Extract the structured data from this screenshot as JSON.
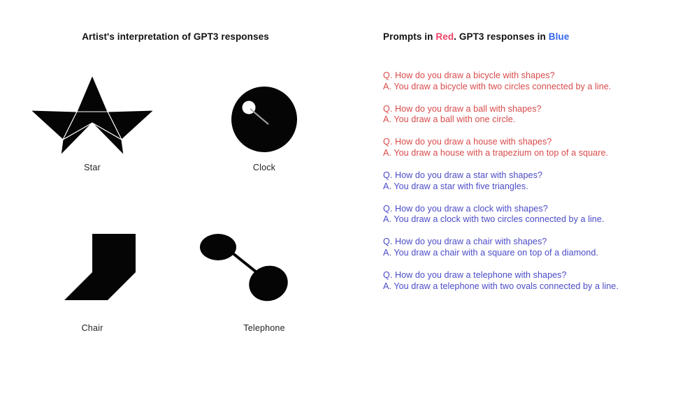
{
  "page": {
    "background_color": "#ffffff"
  },
  "left_panel": {
    "title": "Artist's interpretation of GPT3 responses",
    "figures": [
      {
        "name": "star",
        "label": "Star",
        "description": "five overlapping black triangles forming a star",
        "fill_color": "#050505",
        "seam_color": "#ffffff"
      },
      {
        "name": "clock",
        "label": "Clock",
        "description": "large black circle with small white circle and connecting line",
        "fill_color": "#050505",
        "small_circle_color": "#ffffff",
        "line_color": "#9a9a9a"
      },
      {
        "name": "chair",
        "label": "Chair",
        "description": "black square on top of a black diamond",
        "fill_color": "#050505"
      },
      {
        "name": "telephone",
        "label": "Telephone",
        "description": "two black ovals connected by a line",
        "fill_color": "#050505",
        "line_color": "#050505"
      }
    ]
  },
  "right_panel": {
    "title": {
      "prefix": "Prompts in ",
      "red_word": "Red",
      "middle": ". GPT3 responses in ",
      "blue_word": "Blue"
    },
    "colors": {
      "red": "#d94a4a",
      "blue": "#4b4bc8",
      "title_red": "#ef4267",
      "title_blue": "#3366ee"
    },
    "qa_blocks": [
      {
        "color": "red",
        "question": "Q. How do you draw a bicycle with shapes?",
        "answer": "A. You draw a bicycle with two circles connected by a line."
      },
      {
        "color": "red",
        "question": "Q. How do you draw a ball with shapes?",
        "answer": "A. You draw a ball with one circle."
      },
      {
        "color": "red",
        "question": "Q. How do you draw a house with shapes?",
        "answer": "A. You draw a house with a trapezium on top of a square."
      },
      {
        "color": "blue",
        "question": "Q. How do you draw a star with shapes?",
        "answer": "A. You draw a star with five triangles."
      },
      {
        "color": "blue",
        "question": "Q. How do you draw a clock with shapes?",
        "answer": "A. You draw a clock with two circles connected by a line."
      },
      {
        "color": "blue",
        "question": "Q. How do you draw a chair with shapes?",
        "answer": "A. You draw a chair with a square on top of a diamond."
      },
      {
        "color": "blue",
        "question": "Q. How do you draw a telephone with shapes?",
        "answer": "A. You draw a telephone with two ovals connected by a line."
      }
    ]
  }
}
